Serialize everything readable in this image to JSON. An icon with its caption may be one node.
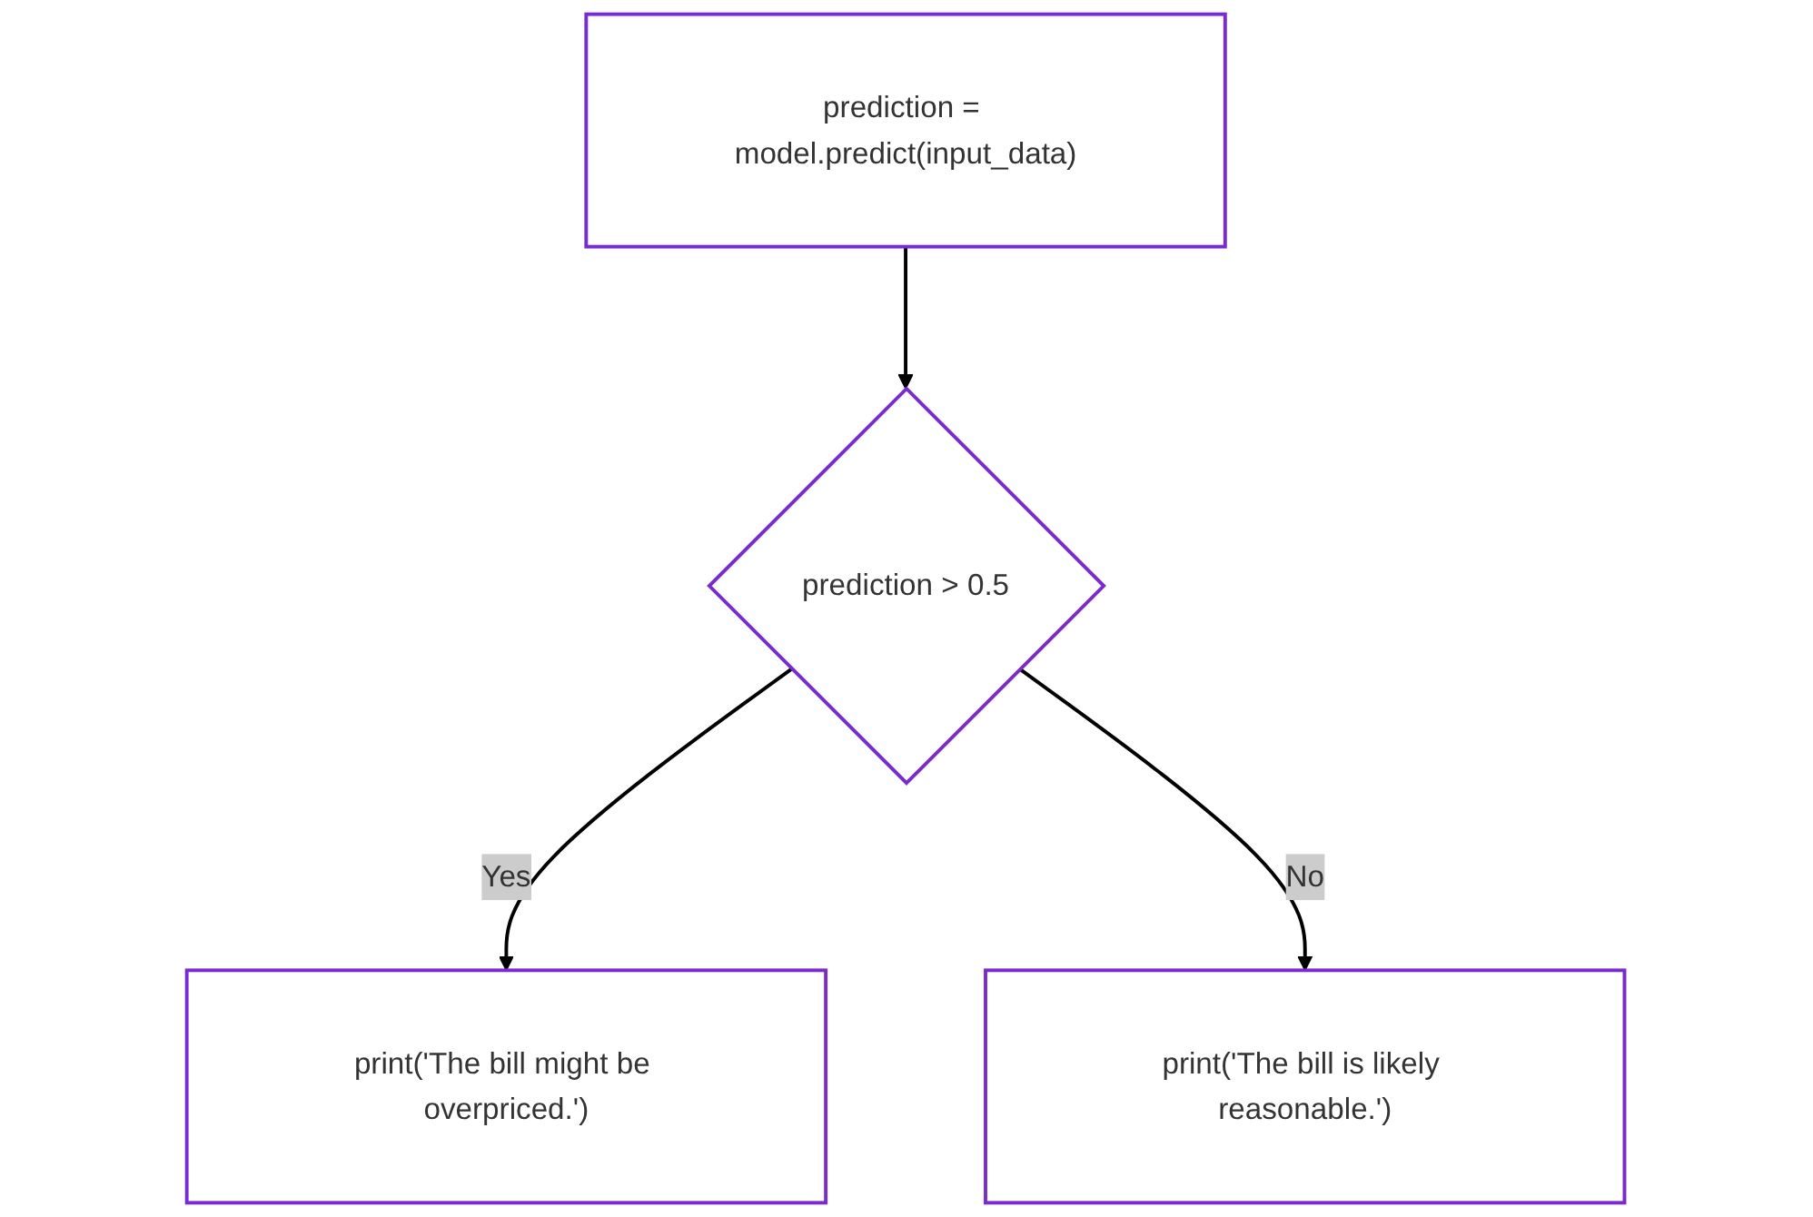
{
  "diagram": {
    "nodes": [
      {
        "text": [
          "prediction = model.predict(input_data)"
        ]
      },
      {
        "text": [
          "prediction > 0.5"
        ]
      },
      {
        "text": [
          "print('The bill might be overpriced.')"
        ]
      },
      {
        "text": [
          "print('The bill is likely reasonable.')"
        ]
      }
    ],
    "edges": [
      {
        "from": 0,
        "to": 1,
        "arrow": "to"
      },
      {
        "from": 1,
        "to": 2,
        "arrow": "to",
        "label": "Yes"
      },
      {
        "from": 1,
        "to": 3,
        "arrow": "to",
        "label": "No"
      }
    ]
  }
}
